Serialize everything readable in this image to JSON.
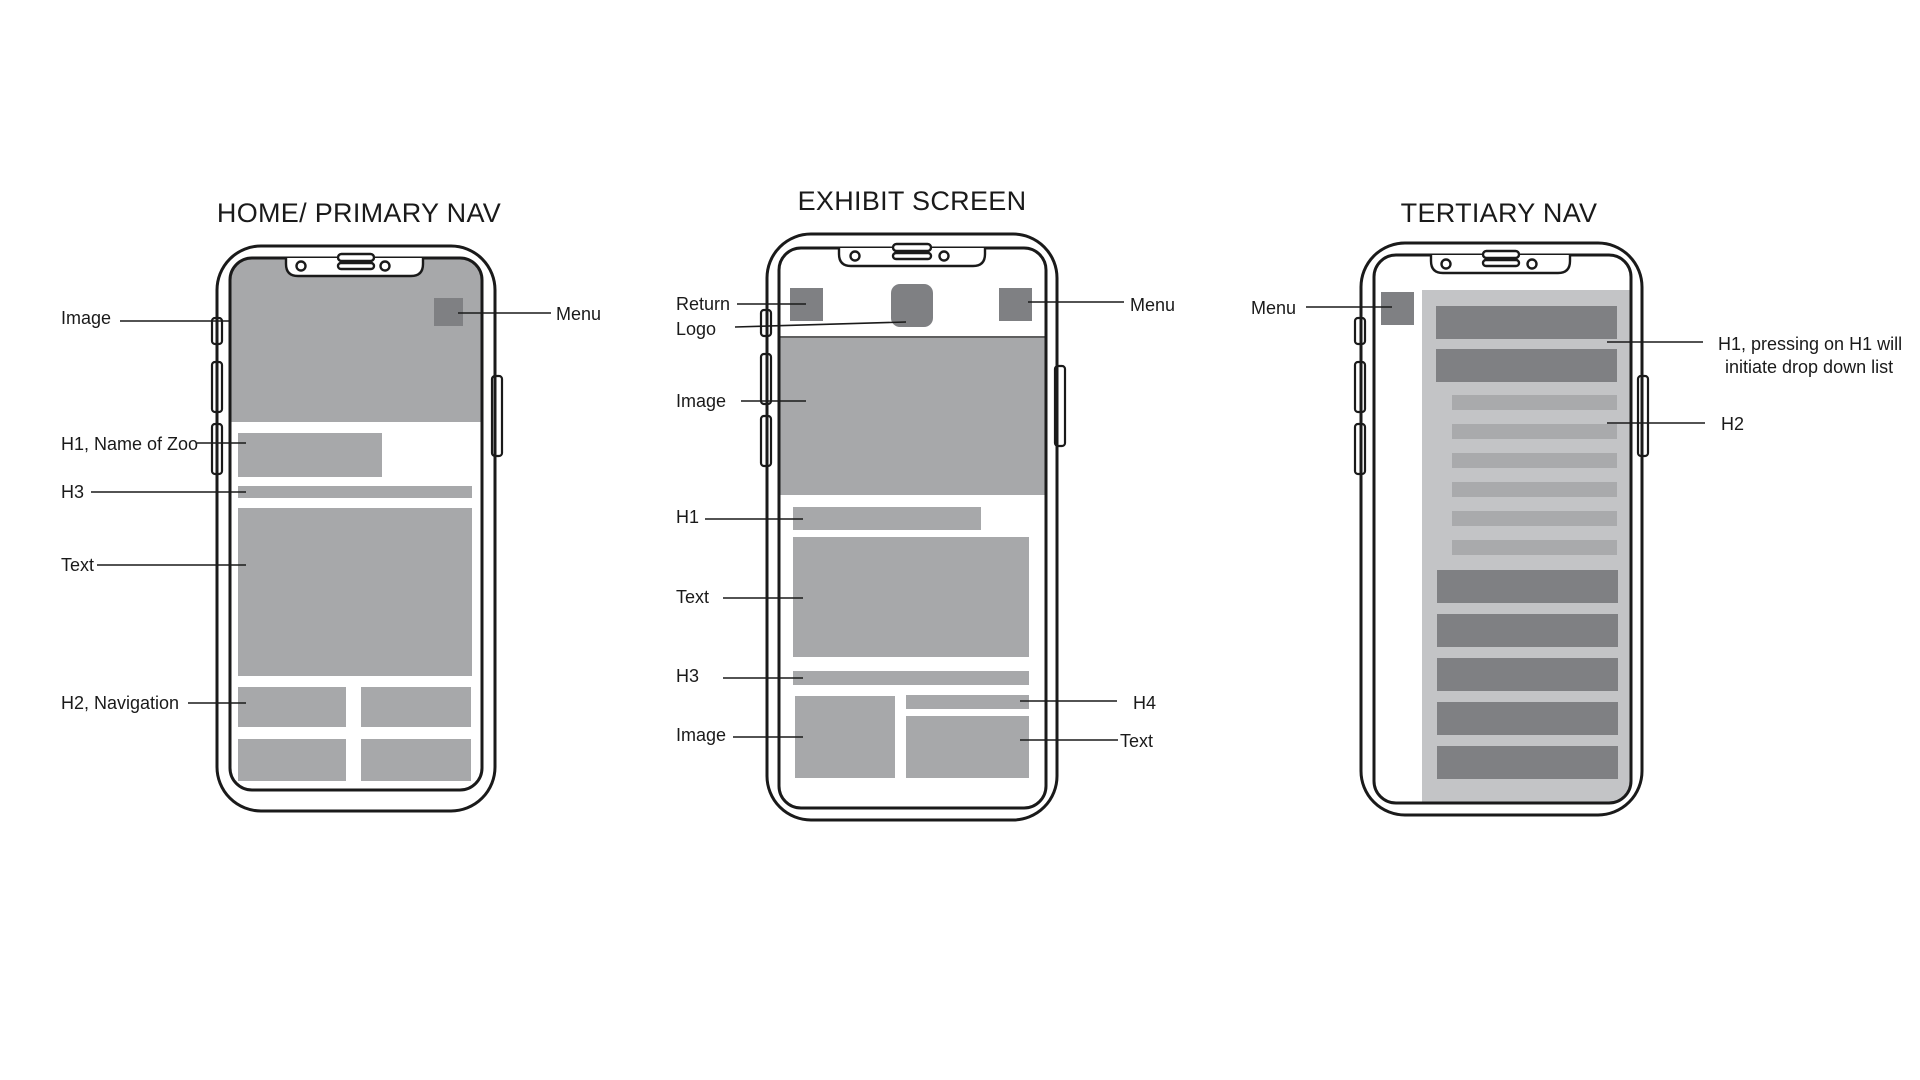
{
  "screens": [
    {
      "id": "home",
      "title": "HOME/ PRIMARY NAV",
      "labels": {
        "image": "Image",
        "menu": "Menu",
        "h1": "H1, Name of Zoo",
        "h3": "H3",
        "text": "Text",
        "h2": "H2, Navigation"
      }
    },
    {
      "id": "exhibit",
      "title": "EXHIBIT SCREEN",
      "labels": {
        "return": "Return",
        "logo": "Logo",
        "menu": "Menu",
        "image": "Image",
        "h1": "H1",
        "text": "Text",
        "h3": "H3",
        "h4": "H4",
        "image2": "Image",
        "text2": "Text"
      }
    },
    {
      "id": "tertiary",
      "title": "TERTIARY NAV",
      "labels": {
        "menu": "Menu",
        "h1_line1": "H1, pressing on H1 will",
        "h1_line2": "initiate drop down list",
        "h2": "H2"
      }
    }
  ],
  "colors": {
    "block": "#a7a8aa",
    "block_dark": "#7f8083",
    "block_light": "#bebfc1",
    "panel": "#c3c4c6",
    "outline": "#1a1a1a"
  }
}
